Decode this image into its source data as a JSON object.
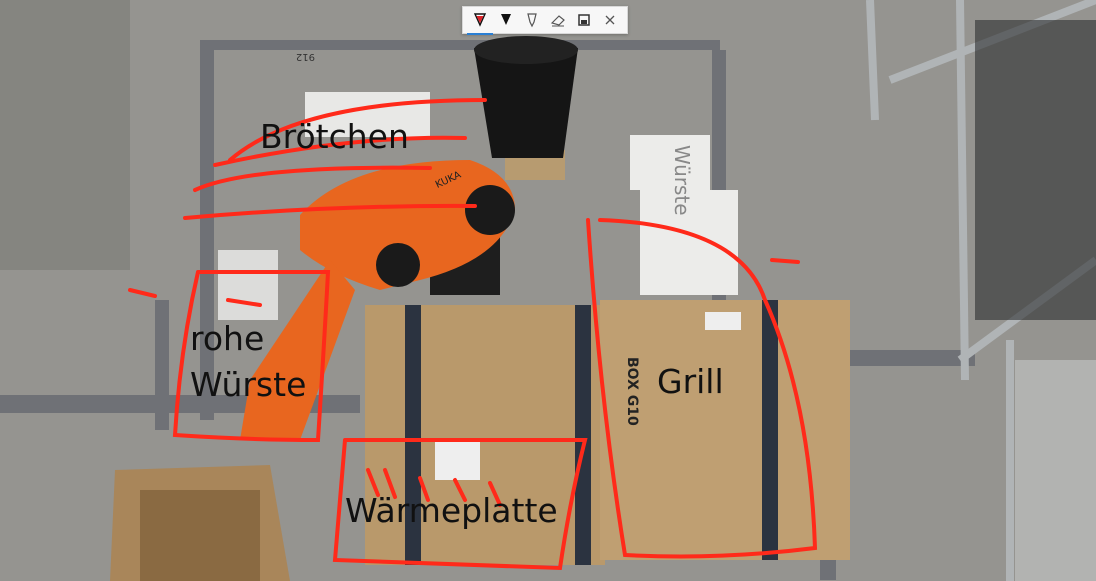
{
  "toolbar": {
    "tools": [
      {
        "name": "red-pen-icon",
        "active": true,
        "color": "#e0242a"
      },
      {
        "name": "black-pen-icon",
        "active": false,
        "color": "#111111"
      },
      {
        "name": "highlighter-icon",
        "active": false
      },
      {
        "name": "eraser-icon",
        "active": false
      },
      {
        "name": "save-icon",
        "active": false
      },
      {
        "name": "close-icon",
        "active": false
      }
    ]
  },
  "annotations": {
    "broetchen": "Brötchen",
    "rohe": "rohe",
    "wuerste": "Würste",
    "grill": "Grill",
    "waermeplatte": "Wärmeplatte"
  },
  "photo": {
    "floor_number": "912",
    "box_label": "BOX G10",
    "robot_brand": "KUKA",
    "sign_text": "Würste"
  },
  "colors": {
    "ink": "#ff2a1a",
    "cardboard": "#b9996b",
    "robot": "#e8661f"
  }
}
